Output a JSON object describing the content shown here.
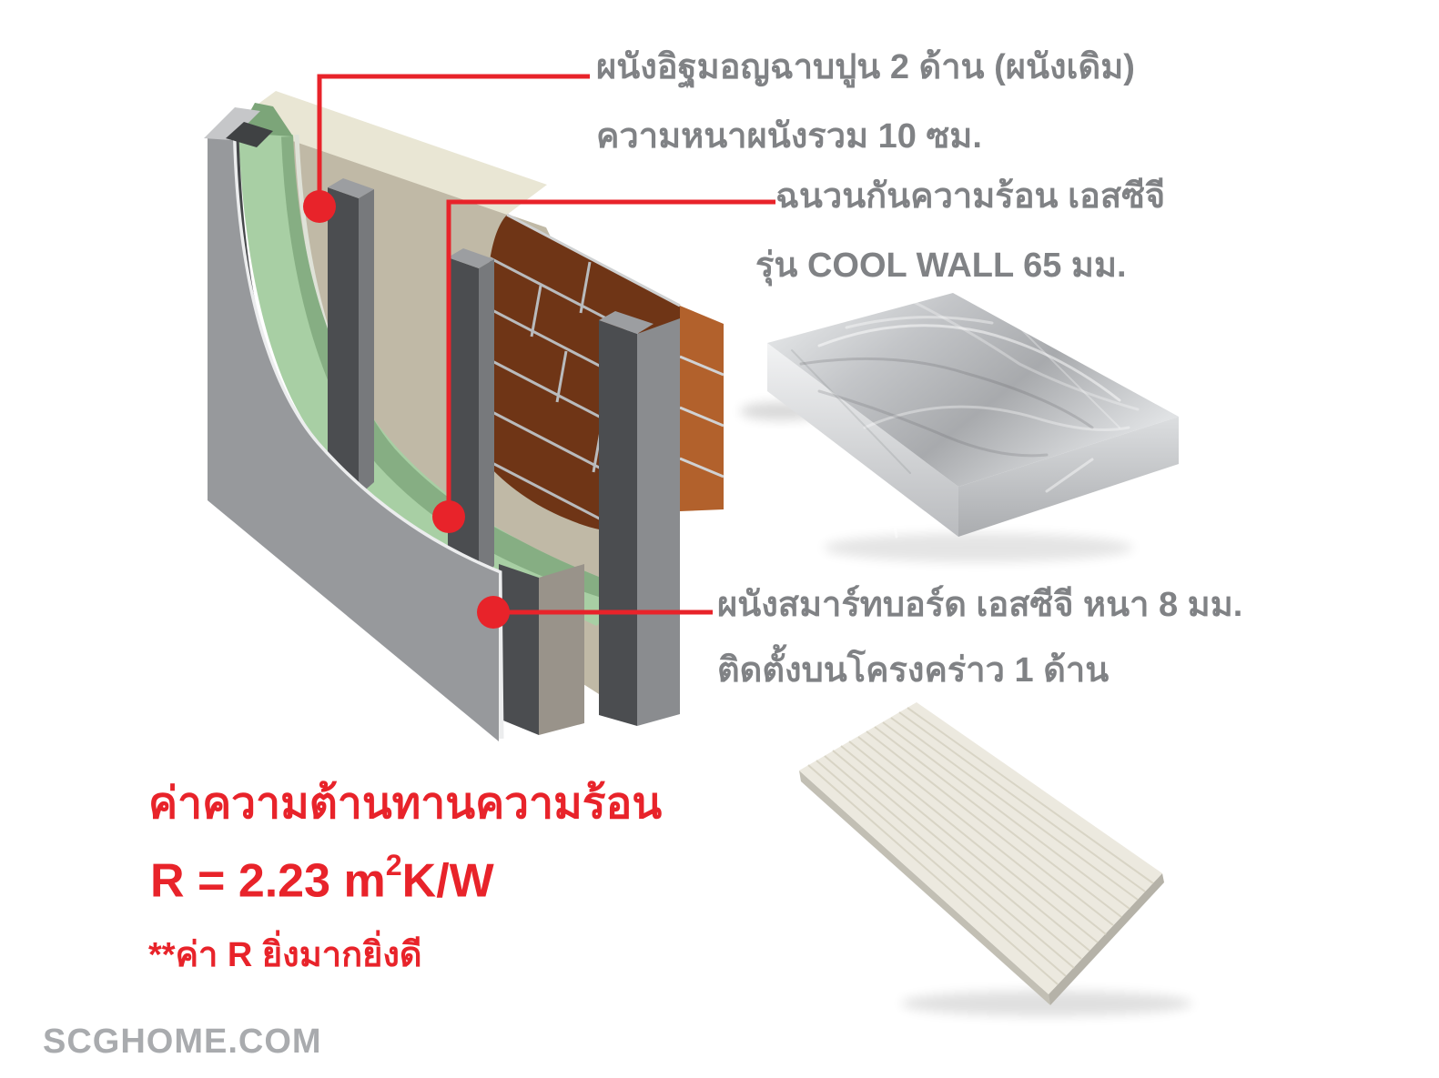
{
  "watermark": {
    "text": "SCGHOME.COM"
  },
  "annotations": {
    "old_wall": {
      "line1": "ผนังอิฐมอญฉาบปูน 2 ด้าน (ผนังเดิม)",
      "line2": "ความหนาผนังรวม 10 ซม."
    },
    "insulation": {
      "line1": "ฉนวนกันความร้อน เอสซีจี",
      "line2": "รุ่น COOL WALL 65 มม."
    },
    "smartboard": {
      "line1": "ผนังสมาร์ทบอร์ด เอสซีจี หนา 8 มม.",
      "line2": "ติดตั้งบนโครงคร่าว 1 ด้าน"
    }
  },
  "result": {
    "heading": "ค่าความต้านทานความร้อน",
    "r_prefix": "R = 2.23 m",
    "r_sup": "2",
    "r_suffix": "K/W",
    "note": "**ค่า R ยิ่งมากยิ่งดี"
  },
  "colors": {
    "accent_red": "#E8232A",
    "label_gray": "#808285",
    "watermark_gray": "#A9ABAE",
    "brick_face": "#6F3516",
    "brick_side": "#B2612C",
    "mortar_gray": "#B9BBBD",
    "insulation_green": "#A8CFA4",
    "insulation_green_dark": "#86AE83",
    "plaster_tan": "#C0B9A6",
    "plaster_top_cream": "#E9E6D4",
    "smartboard_gray": "#97999C",
    "stud_gray": "#4B4D50",
    "foil_silver": "#C7C9CC",
    "board_cream": "#ECE9DF"
  }
}
